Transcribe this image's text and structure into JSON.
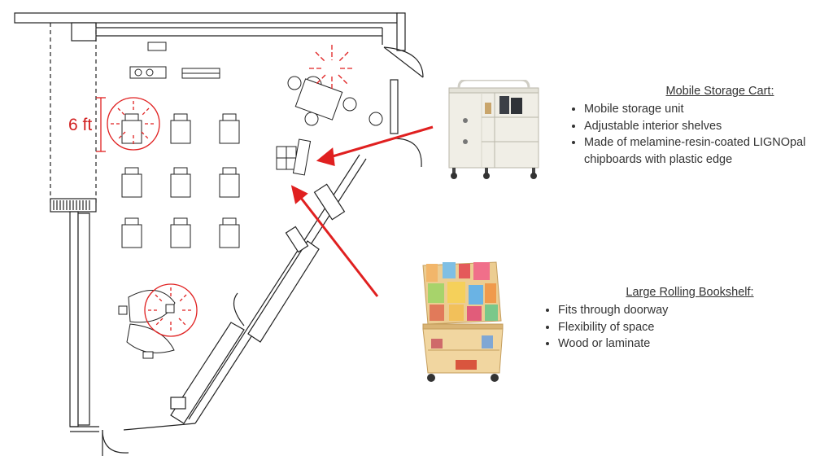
{
  "dimension_label": "6 ft",
  "mobile_cart": {
    "title": "Mobile Storage Cart:",
    "bullets": [
      "Mobile storage unit",
      "Adjustable interior shelves",
      "Made of melamine-resin-coated LIGNOpal chipboards with plastic edge"
    ]
  },
  "bookshelf": {
    "title": "Large Rolling Bookshelf:",
    "bullets": [
      "Fits through doorway",
      "Flexibility of space",
      "Wood or laminate"
    ]
  },
  "colors": {
    "accent_red": "#e02020",
    "wall_line": "#222222",
    "cart_body": "#eeece3",
    "shelf_wood": "#e9c98c"
  }
}
